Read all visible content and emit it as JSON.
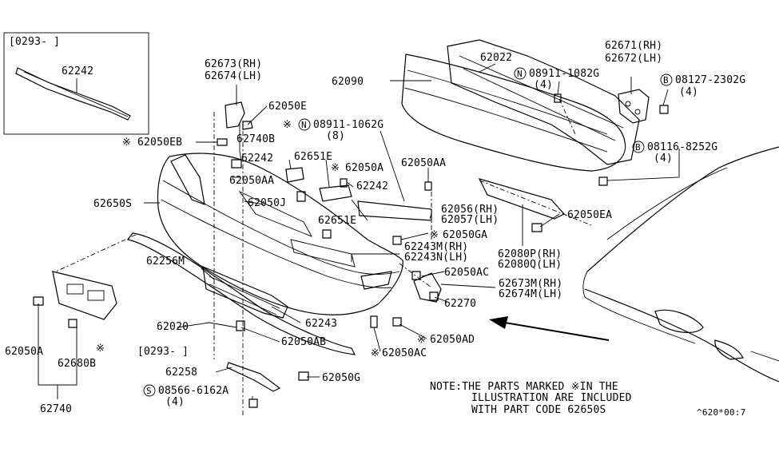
{
  "inset": {
    "date_range": "[0293-     ]",
    "part": "62242"
  },
  "labels": {
    "p62022": "62022",
    "p62090": "62090",
    "n08911_1082g": "08911-1082G",
    "n08911_1082g_qty": "(4)",
    "p62671": "62671(RH)",
    "p62672": "62672(LH)",
    "b08127": "08127-2302G",
    "b08127_qty": "(4)",
    "b08116": "08116-8252G",
    "b08116_qty": "(4)",
    "p62673": "62673(RH)",
    "p62674": "62674(LH)",
    "p62050e": "62050E",
    "n08911_1062g": "08911-1062G",
    "n08911_1062g_qty": "(8)",
    "p62050eb": "62050EB",
    "p62740b": "62740B",
    "p62242a": "62242",
    "p62651e_top": "62651E",
    "p62050a_top": "62050A",
    "p62050aa_left": "62050AA",
    "p62050aa_right": "62050AA",
    "p62242b": "62242",
    "p62650s": "62650S",
    "p62050j": "62050J",
    "p62651e_bottom": "62651E",
    "p62056": "62056(RH)",
    "p62057": "62057(LH)",
    "p62050ea": "62050EA",
    "p62050ga": "62050GA",
    "p62243m": "62243M(RH)",
    "p62243n": "62243N(LH)",
    "p62080p": "62080P(RH)",
    "p62080q": "62080Q(LH)",
    "p62256m": "62256M",
    "p62050ac_top": "62050AC",
    "p62673m": "62673M(RH)",
    "p62674m": "62674M(LH)",
    "p62270": "62270",
    "p62243": "62243",
    "p62020": "62020",
    "p62020_range": "[0293-     ]",
    "p62050ab": "62050AB",
    "p62050ad": "62050AD",
    "p62050ac_bottom": "62050AC",
    "p62050a_left": "62050A",
    "p62680b": "62680B",
    "p62258": "62258",
    "p62050g": "62050G",
    "s08566": "08566-6162A",
    "s08566_qty": "(4)",
    "p62740": "62740",
    "code": "^620*00:7"
  },
  "symbols": {
    "asterisk": "※",
    "circle_n": "N",
    "circle_b": "B",
    "circle_s": "S"
  },
  "note": {
    "line1": "NOTE:THE PARTS MARKED ※IN THE",
    "line2": "ILLUSTRATION ARE INCLUDED",
    "line3": "WITH PART CODE 62650S"
  }
}
